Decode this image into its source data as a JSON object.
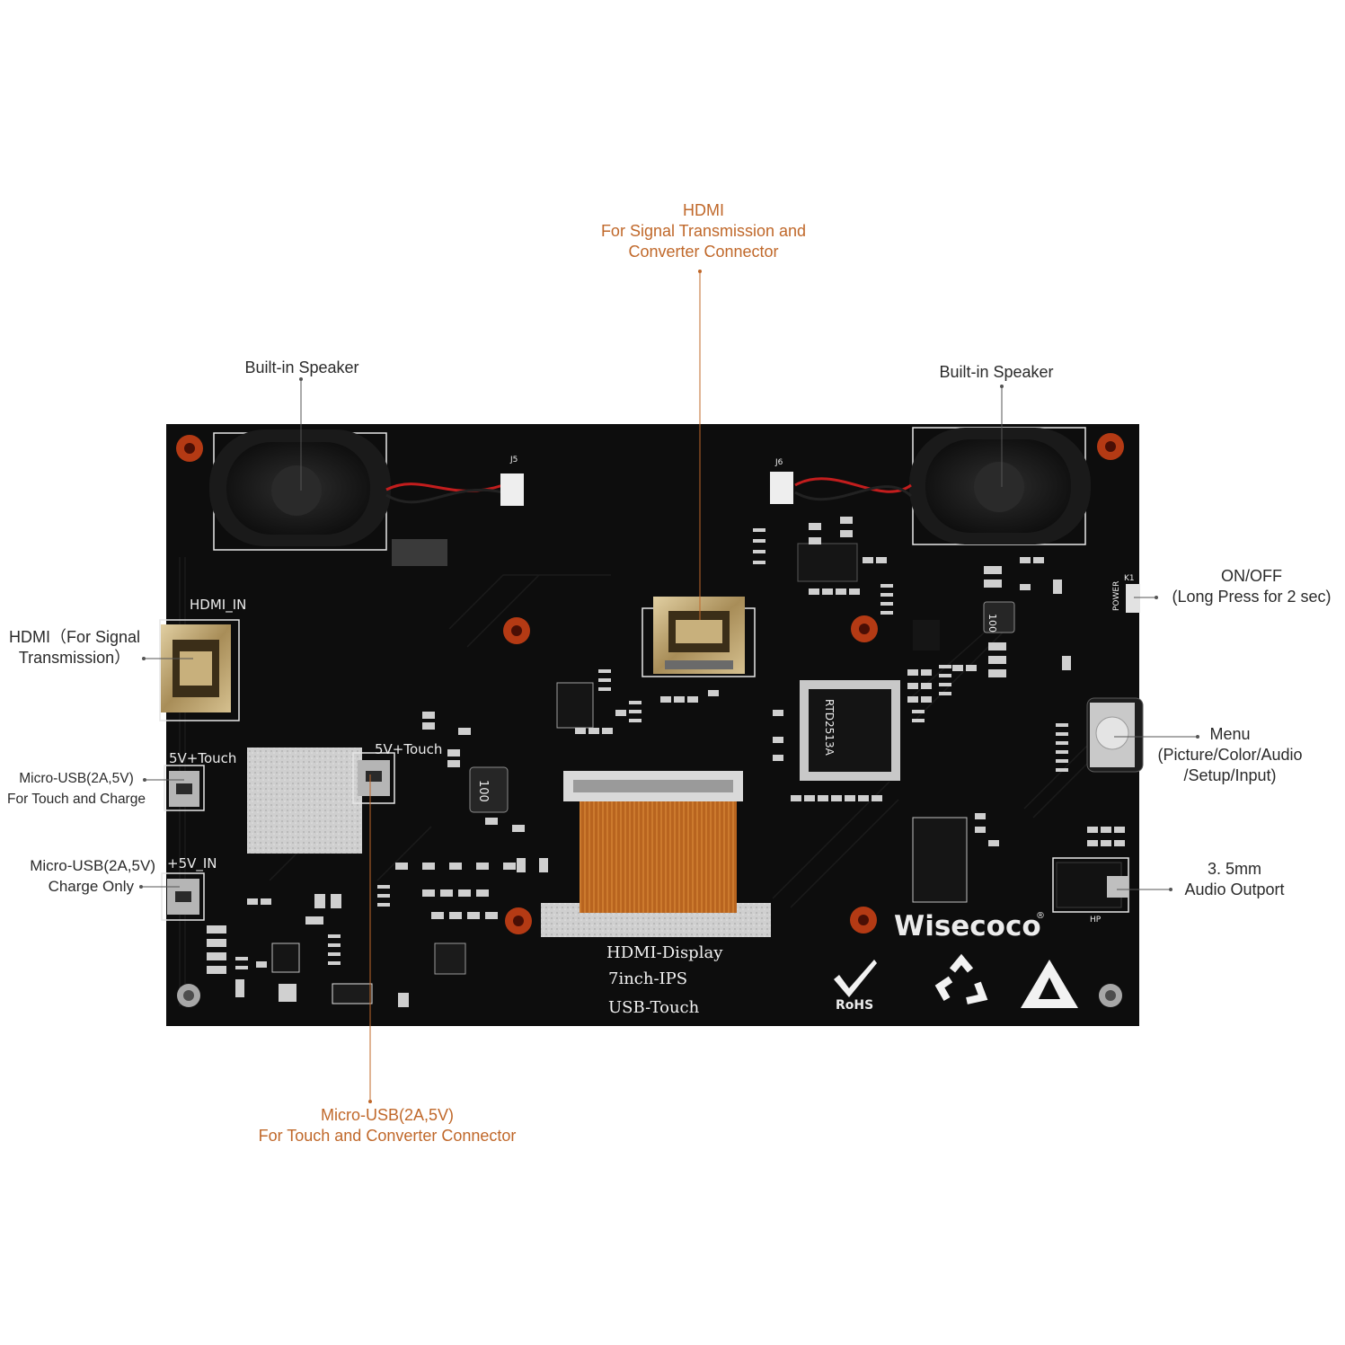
{
  "callouts": {
    "hdmi_top": {
      "title": "HDMI",
      "line2": "For Signal Transmission and",
      "line3": "Converter Connector"
    },
    "speaker_left": "Built-in Speaker",
    "speaker_right": "Built-in Speaker",
    "on_off": {
      "line1": "ON/OFF",
      "line2": "(Long Press for 2 sec)"
    },
    "hdmi_left": {
      "line1": "HDMI（For Signal",
      "line2": "Transmission）"
    },
    "menu": {
      "line1": "Menu",
      "line2": "(Picture/Color/Audio",
      "line3": "/Setup/Input)"
    },
    "micro_usb_touch": {
      "line1": "Micro-USB(2A,5V)",
      "line2": "For Touch and Charge"
    },
    "micro_usb_charge": {
      "line1": "Micro-USB(2A,5V)",
      "line2": "Charge Only"
    },
    "audio": {
      "line1": "3. 5mm",
      "line2": "Audio Outport"
    },
    "micro_usb_bottom": {
      "line1": "Micro-USB(2A,5V)",
      "line2": "For Touch and Converter Connector"
    }
  },
  "board": {
    "silkscreen": {
      "hdmi_in": "HDMI_IN",
      "five_v_touch_left": "5V+Touch",
      "five_v_touch_mid": "5V+Touch",
      "five_v_in": "+5V_IN",
      "j5": "J5",
      "j6": "J6",
      "power": "POWER",
      "k1": "K1",
      "hp": "HP",
      "l5_value": "100",
      "l7_value": "100",
      "chip_u12": "RTD2513A"
    },
    "brand": "Wisecoco",
    "product_lines": [
      "HDMI-Display",
      "7inch-IPS",
      "USB-Touch"
    ],
    "rohs": "RoHS"
  },
  "colors": {
    "pcb": "#0d0d0d",
    "orange_accent": "#c0682a",
    "callout_text": "#2a2a2a",
    "fpc": "#b5601f",
    "standoff": "#b43a14",
    "connector_metal": "#b9a277"
  }
}
